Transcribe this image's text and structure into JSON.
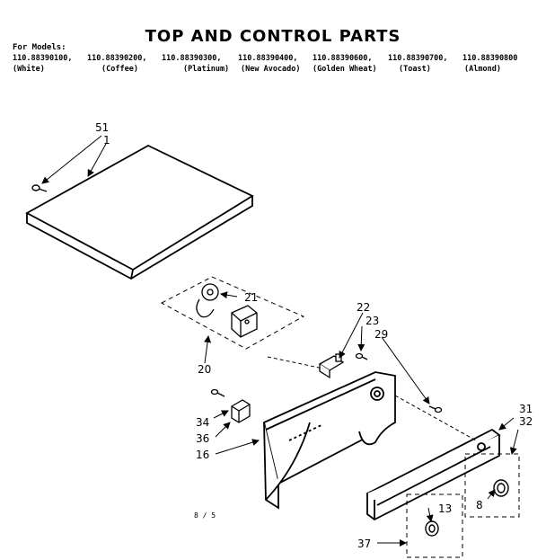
{
  "title": "TOP AND CONTROL PARTS",
  "models_heading": "For Models:",
  "models": [
    {
      "number": "110.88390100,",
      "color": "(White)"
    },
    {
      "number": "110.88390200,",
      "color": "(Coffee)"
    },
    {
      "number": "110.88390300,",
      "color": "(Platinum)"
    },
    {
      "number": "110.88390400,",
      "color": "(New Avocado)"
    },
    {
      "number": "110.88390600,",
      "color": "(Golden Wheat)"
    },
    {
      "number": "110.88390700,",
      "color": "(Toast)"
    },
    {
      "number": "110.88390800",
      "color": "(Almond)"
    }
  ],
  "callouts": {
    "c51": "51",
    "c1": "1",
    "c21": "21",
    "c20": "20",
    "c22": "22",
    "c23": "23",
    "c29": "29",
    "c34": "34",
    "c36": "36",
    "c16": "16",
    "c31": "31",
    "c32": "32",
    "c8": "8",
    "c13": "13",
    "c37": "37"
  },
  "page_number": "8 / 5"
}
